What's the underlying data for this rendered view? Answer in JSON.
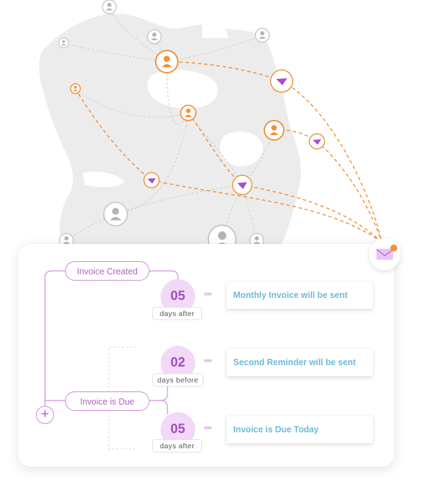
{
  "map": {
    "icons": [
      "person-icon",
      "paper-plane-icon",
      "envelope-icon"
    ],
    "colors": {
      "active_person": "#f0913a",
      "inactive_person": "#b5b5b5",
      "route": "#f0913a",
      "plane": "#a54fc9",
      "land": "#ececec"
    }
  },
  "workflow": {
    "triggers": [
      {
        "label": "Invoice Created"
      },
      {
        "label": "Invoice is Due"
      }
    ],
    "steps": [
      {
        "number": "05",
        "caption": "days after",
        "action": "Monthly Invoice will be sent"
      },
      {
        "number": "02",
        "caption": "days before",
        "action": "Second Reminder will be sent"
      },
      {
        "number": "05",
        "caption": "days after",
        "action": "Invoice is Due Today"
      }
    ],
    "chevrons": "»»»",
    "add_symbol": "+",
    "colors": {
      "accent": "#b25fc8",
      "step_fill": "#f1d9f7",
      "action_text": "#6cbcd6",
      "notification_dot": "#f0913a"
    }
  }
}
